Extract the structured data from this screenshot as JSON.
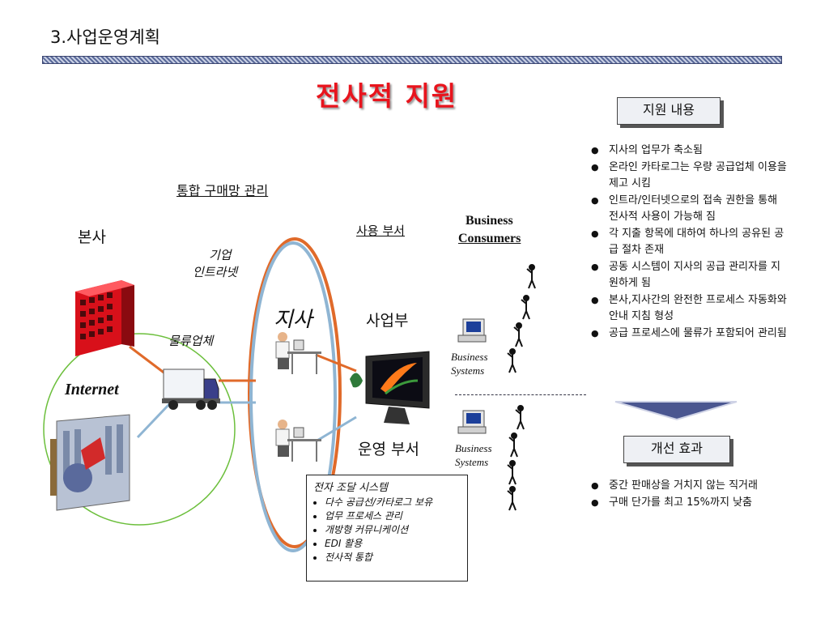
{
  "header": {
    "section_title": "3.사업운영계획",
    "main_title": "전사적 지원"
  },
  "right_panel": {
    "support_button": "지원 내용",
    "support_items": [
      "지사의 업무가 축소됨",
      "온라인 카타로그는 우량 공급업체 이용을 제고 시킴",
      "인트라/인터넷으로의 접속 권한을 통해 전사적 사용이 가능해 짐",
      "각 지출 항목에 대하여 하나의 공유된 공급 절차 존재",
      "공동 시스템이 지사의 공급 관리자를 지원하게 됨",
      "본사,지사간의 완전한 프로세스 자동화와 안내 지침 형성",
      "공급 프로세스에 물류가 포함되어 관리됨"
    ],
    "effect_button": "개선 효과",
    "effect_items": [
      "중간 판매상을 거치지 않는 직거래",
      "구매 단가를 최고 15%까지 낮춤"
    ]
  },
  "diagram": {
    "integrated_label": "통합 구매망 관리",
    "headquarters_label": "본사",
    "intranet_label_1": "기업",
    "intranet_label_2": "인트라넷",
    "logistics_label": "물류업체",
    "internet_label": "Internet",
    "branch_label": "지사",
    "user_dept_label": "사용 부서",
    "business_unit_label": "사업부",
    "operations_label": "운영 부서",
    "consumers_label_1": "Business",
    "consumers_label_2": "Consumers",
    "systems_1_line1": "Business",
    "systems_1_line2": "Systems",
    "systems_2_line1": "Business",
    "systems_2_line2": "Systems",
    "procurement": {
      "title": "전자 조달 시스템",
      "items": [
        "다수 공급선/카타로그 보유",
        "업무 프로세스 관리",
        "개방형 커뮤니케이션",
        "EDI 활용",
        "전사적 통합"
      ]
    }
  },
  "colors": {
    "title_red": "#e8141d",
    "orange_link": "#e06a2a",
    "blue_link": "#8fb5d3",
    "green_ellipse": "#6cbf3c",
    "arrow_blue": "#4a5690"
  }
}
